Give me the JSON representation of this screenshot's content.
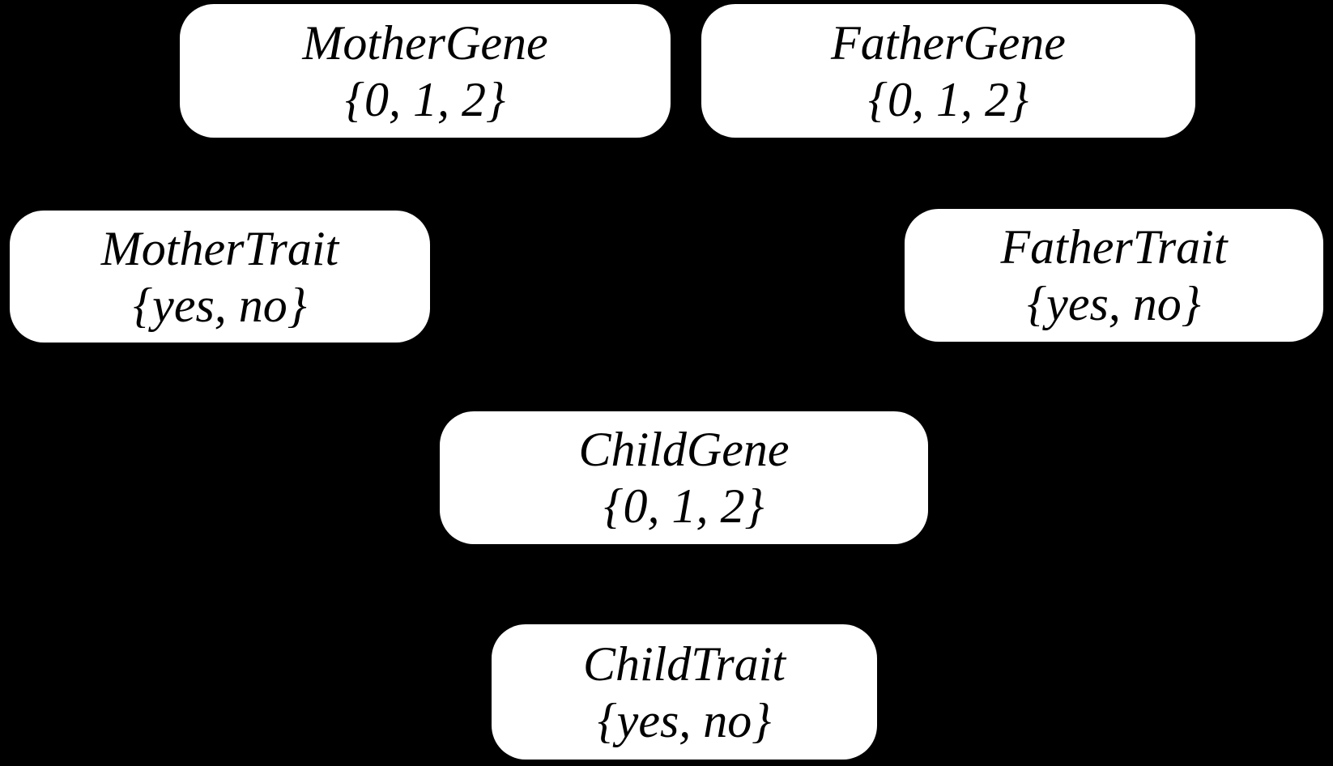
{
  "diagram": {
    "type": "bayesian-network",
    "background_color": "#000000",
    "node_fill_color": "#ffffff",
    "node_text_color": "#000000",
    "nodes": {
      "mother_gene": {
        "label": "MotherGene",
        "domain": "{0, 1, 2}"
      },
      "father_gene": {
        "label": "FatherGene",
        "domain": "{0, 1, 2}"
      },
      "mother_trait": {
        "label": "MotherTrait",
        "domain": "{yes, no}"
      },
      "father_trait": {
        "label": "FatherTrait",
        "domain": "{yes, no}"
      },
      "child_gene": {
        "label": "ChildGene",
        "domain": "{0, 1, 2}"
      },
      "child_trait": {
        "label": "ChildTrait",
        "domain": "{yes, no}"
      }
    }
  }
}
